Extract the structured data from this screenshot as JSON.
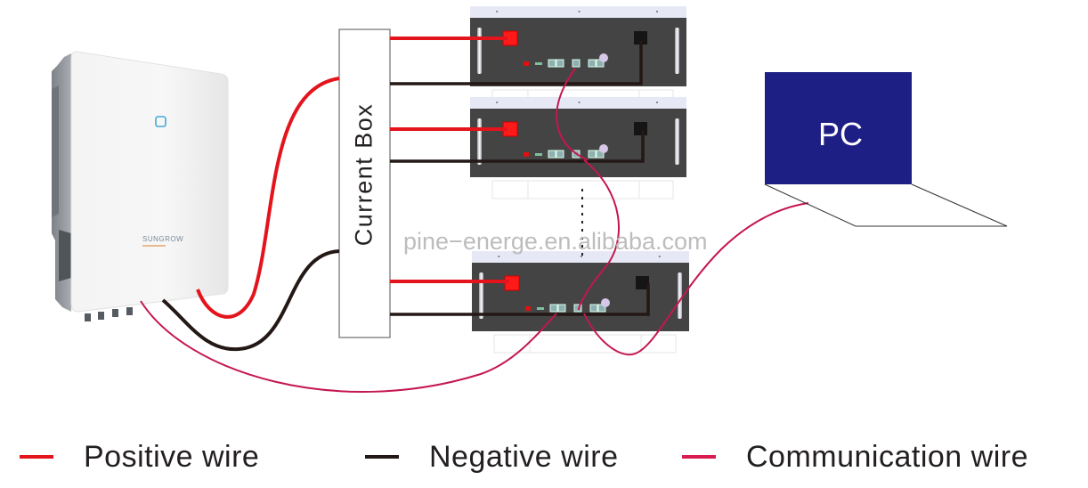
{
  "diagram": {
    "title": "Inverter to battery stack wiring diagram",
    "inverter": {
      "brand_label": "SUNGROW"
    },
    "current_box": {
      "label": "Current Box"
    },
    "battery_modules": [
      {
        "name": "battery-module-1"
      },
      {
        "name": "battery-module-2"
      },
      {
        "name": "battery-module-n"
      }
    ],
    "pc": {
      "label": "PC"
    },
    "watermark": "pine−energe.en.alibaba.com",
    "colors": {
      "positive": "#e3141c",
      "negative": "#231815",
      "communication": "#c4174f",
      "pc_screen": "#1e1f84",
      "battery_body": "#444444",
      "battery_top": "#e6e8f6"
    }
  },
  "legend": {
    "items": [
      {
        "label": "Positive wire",
        "color": "#e3141c"
      },
      {
        "label": "Negative wire",
        "color": "#231815"
      },
      {
        "label": "Communication wire",
        "color": "#d81b50"
      }
    ]
  }
}
